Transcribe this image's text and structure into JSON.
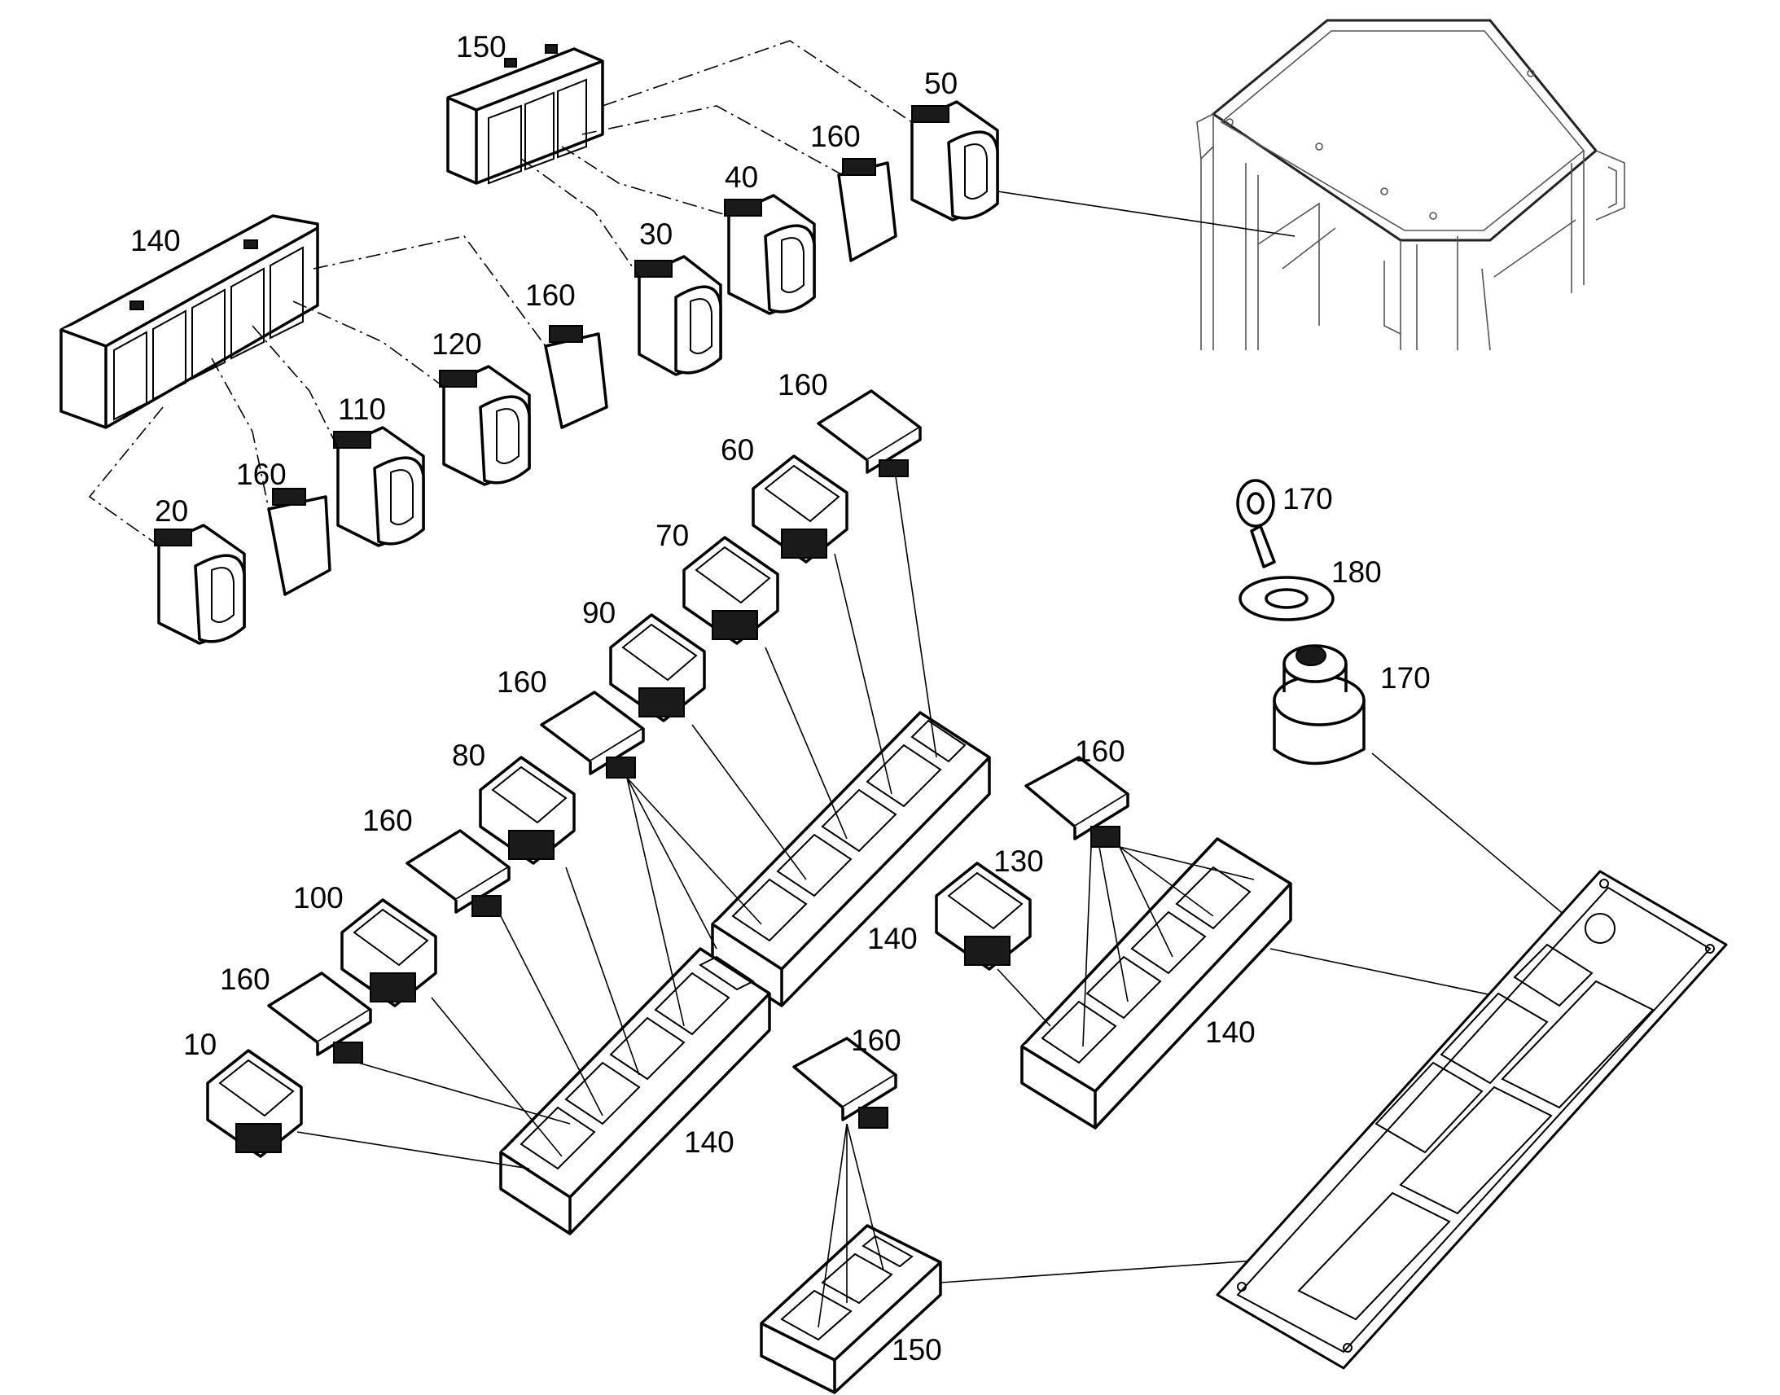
{
  "labels": {
    "l150_top": "150",
    "l140_top": "140",
    "l50": "50",
    "l160_a": "160",
    "l40": "40",
    "l30": "30",
    "l160_b": "160",
    "l120": "120",
    "l110": "110",
    "l160_c": "160",
    "l20": "20",
    "l160_d": "160",
    "l60": "60",
    "l70": "70",
    "l90": "90",
    "l160_e": "160",
    "l80": "80",
    "l160_f": "160",
    "l100": "100",
    "l160_g": "160",
    "l10": "10",
    "l140_mid": "140",
    "l140_low": "140",
    "l170_key": "170",
    "l180": "180",
    "l170_switch": "170",
    "l160_h": "160",
    "l130": "130",
    "l140_right": "140",
    "l160_i": "160",
    "l150_bottom": "150"
  }
}
